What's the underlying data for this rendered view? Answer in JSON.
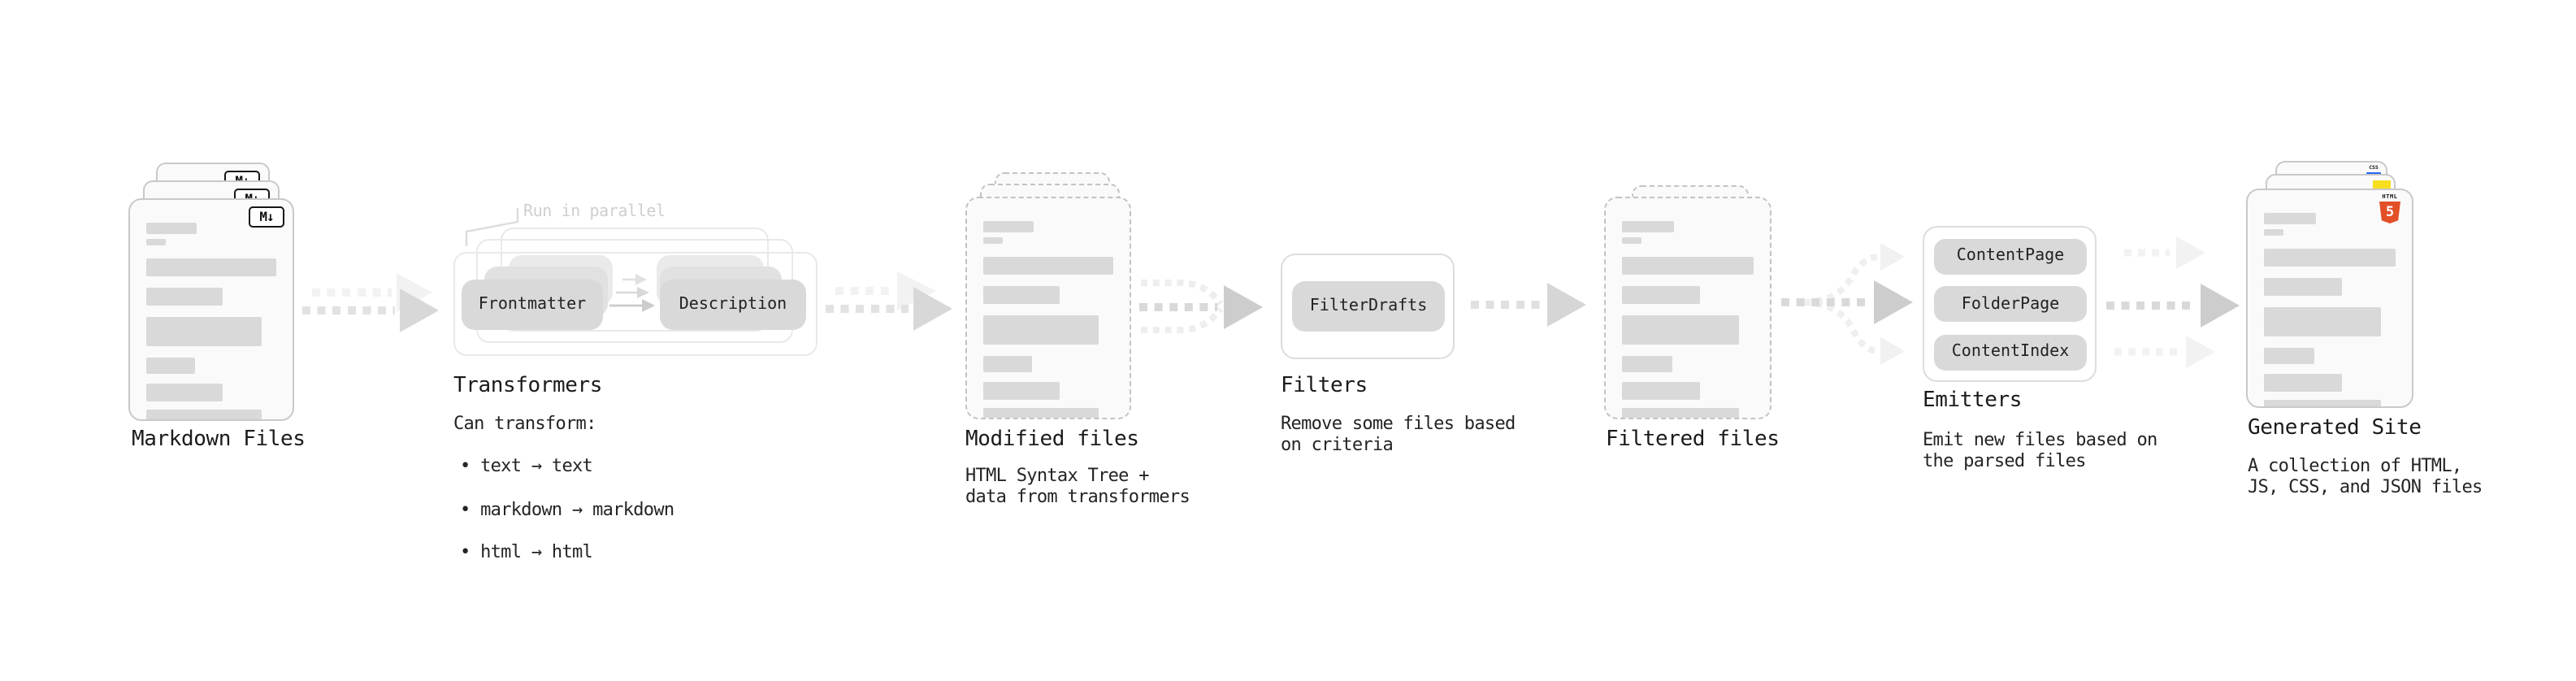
{
  "stages": {
    "markdown": {
      "label": "Markdown Files",
      "badge": "M↓"
    },
    "transformers": {
      "label": "Transformers",
      "annotation": "Run in parallel",
      "pill_left": "Frontmatter",
      "pill_right": "Description",
      "caption_title": "Can transform:",
      "bullets": [
        "• text → text",
        "• markdown → markdown",
        "• html → html"
      ]
    },
    "modified": {
      "label": "Modified files",
      "caption": "HTML Syntax Tree +\ndata from transformers"
    },
    "filters": {
      "label": "Filters",
      "pill": "FilterDrafts",
      "caption": "Remove some files based\non criteria"
    },
    "filtered": {
      "label": "Filtered files"
    },
    "emitters": {
      "label": "Emitters",
      "pills": [
        "ContentPage",
        "FolderPage",
        "ContentIndex"
      ],
      "caption": "Emit new files based on\nthe parsed files"
    },
    "generated": {
      "label": "Generated Site",
      "caption": "A collection of HTML,\nJS, CSS, and JSON files",
      "badge_css": "CSS",
      "badge_html_text": "HTML",
      "badge_html_number": "5"
    }
  },
  "colors": {
    "html5_orange": "#e34f26",
    "js_yellow": "#f7df1e",
    "css_blue": "#2965f1",
    "placeholder_gray": "#d9d9d9",
    "arrow_gray": "#d6d6d6",
    "annotation_gray": "#cfcfcf"
  },
  "doc_bars": [
    [
      39,
      7,
      3
    ],
    [
      15,
      4,
      8
    ],
    [
      100,
      11,
      7
    ],
    [
      59,
      11,
      7
    ],
    [
      89,
      18,
      7
    ],
    [
      38,
      10,
      6
    ],
    [
      59,
      11,
      5
    ],
    [
      89,
      8,
      0
    ]
  ]
}
